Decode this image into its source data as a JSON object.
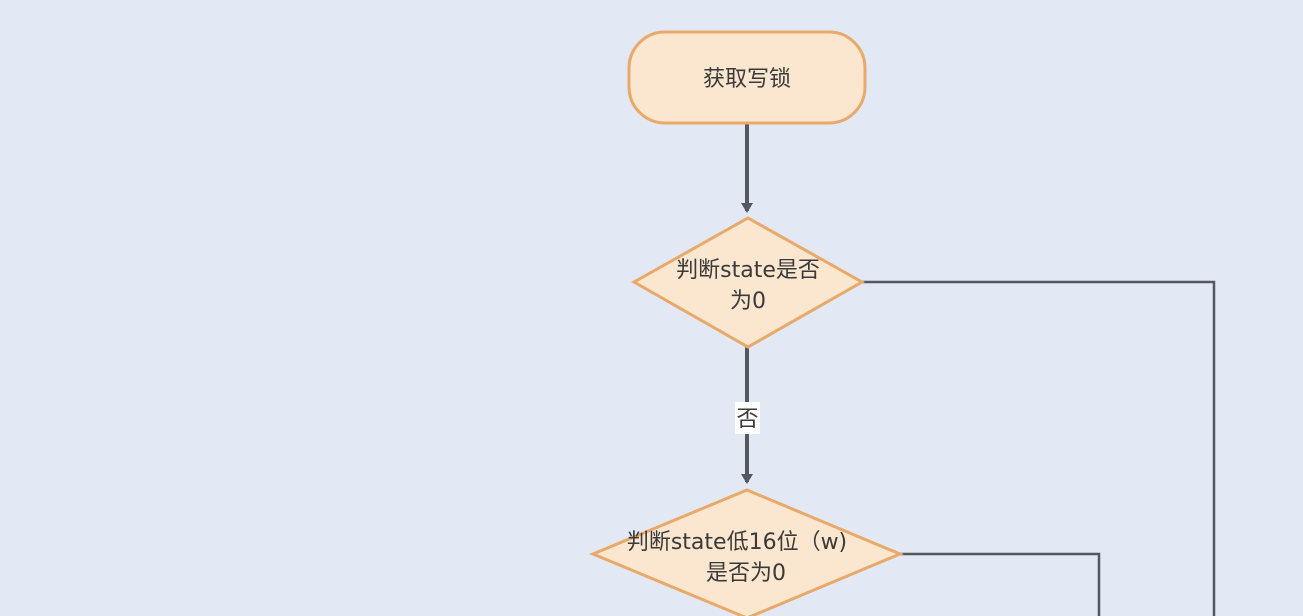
{
  "colors": {
    "background": "#e2e9f5",
    "node_fill": "#fbe6cf",
    "node_stroke": "#e8a96a",
    "edge": "#55595f",
    "text": "#3a3a3a"
  },
  "nodes": {
    "start": {
      "shape": "rounded-rectangle",
      "label": "获取写锁"
    },
    "decision1": {
      "shape": "diamond",
      "line1": "判断state是否",
      "line2": "为0"
    },
    "decision2": {
      "shape": "diamond",
      "line1": "判断state低16位（w)",
      "line2": "是否为0"
    }
  },
  "edges": {
    "start_to_decision1": {
      "label": ""
    },
    "decision1_to_decision2": {
      "label": "否"
    },
    "decision1_right": {
      "label": ""
    },
    "decision2_right": {
      "label": ""
    }
  }
}
